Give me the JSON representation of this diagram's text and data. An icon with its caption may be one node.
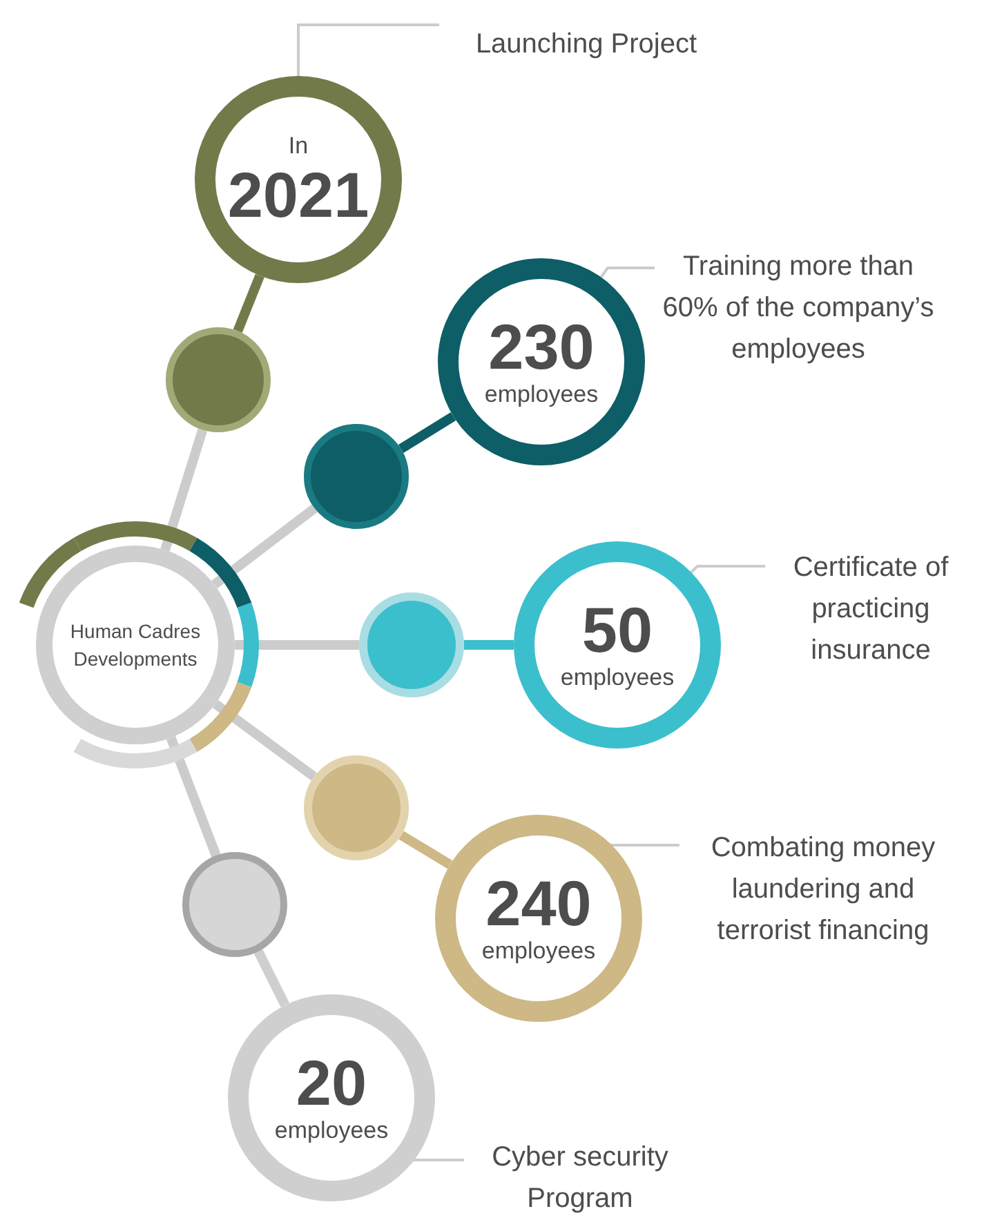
{
  "diagram": {
    "nodes": [
      {
        "text": [
          "Human Cadres Developments"
        ]
      },
      {
        "text": [],
        "shape": "circle"
      },
      {
        "text": [
          "In",
          "2021"
        ]
      },
      {
        "text": [
          "Launching Project"
        ]
      },
      {
        "text": [],
        "shape": "circle"
      },
      {
        "text": [
          "230",
          "employees"
        ]
      },
      {
        "text": [
          "Training more than 60% of the company’s employees"
        ]
      },
      {
        "text": [],
        "shape": "circle"
      },
      {
        "text": [
          "50",
          "employees"
        ]
      },
      {
        "text": [
          "Certificate of practicing insurance"
        ]
      },
      {
        "text": [],
        "shape": "circle"
      },
      {
        "text": [
          "240",
          "employees"
        ]
      },
      {
        "text": [
          "Combating money laundering and terrorist financing"
        ]
      },
      {
        "text": [],
        "shape": "circle"
      },
      {
        "text": [
          "20",
          "employees"
        ]
      },
      {
        "text": [
          "Cyber security Program"
        ]
      }
    ],
    "edges": [
      {
        "from": 0,
        "to": 1,
        "arrow": "none"
      },
      {
        "from": 1,
        "to": 2,
        "arrow": "none",
        "color": "#737a4a"
      },
      {
        "from": 2,
        "to": 3,
        "arrow": "none"
      },
      {
        "from": 0,
        "to": 4,
        "arrow": "none"
      },
      {
        "from": 4,
        "to": 5,
        "arrow": "none",
        "color": "#0d5e66"
      },
      {
        "from": 5,
        "to": 6,
        "arrow": "none"
      },
      {
        "from": 0,
        "to": 7,
        "arrow": "none"
      },
      {
        "from": 7,
        "to": 8,
        "arrow": "none",
        "color": "#3bbfcc"
      },
      {
        "from": 8,
        "to": 9,
        "arrow": "none"
      },
      {
        "from": 0,
        "to": 10,
        "arrow": "none"
      },
      {
        "from": 10,
        "to": 11,
        "arrow": "none",
        "color": "#cdb886"
      },
      {
        "from": 11,
        "to": 12,
        "arrow": "none"
      },
      {
        "from": 0,
        "to": 13,
        "arrow": "none"
      },
      {
        "from": 13,
        "to": 14,
        "arrow": "none",
        "color": "#cfcfcf"
      },
      {
        "from": 14,
        "to": 15,
        "arrow": "none"
      }
    ]
  }
}
